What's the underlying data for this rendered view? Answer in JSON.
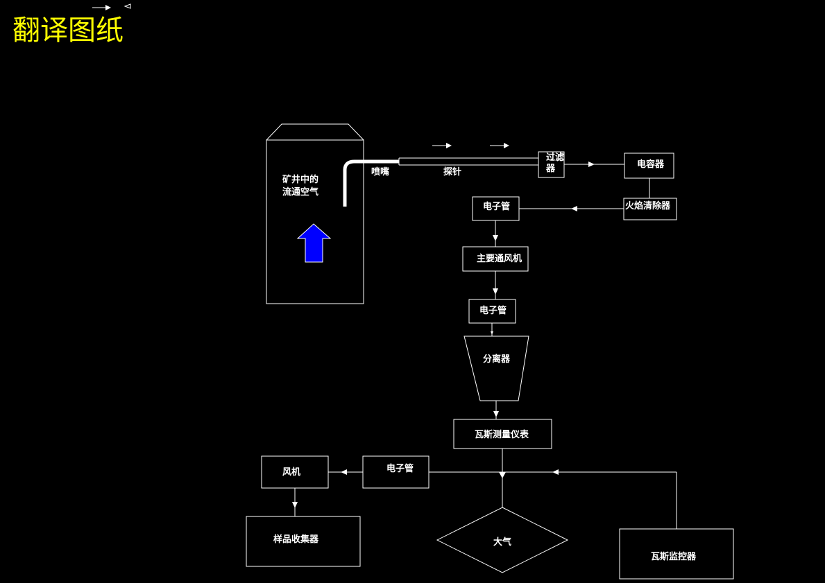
{
  "title": "翻译图纸",
  "labels": {
    "shaft_air_line1": "矿井中的",
    "shaft_air_line2": "流通空气",
    "nozzle": "喷嘴",
    "probe": "探针",
    "filter_line1": "过滤",
    "filter_line2": "器",
    "capacitor": "电容器",
    "flame_arrester": "火焰清除器",
    "electron_tube_1": "电子管",
    "main_fan": "主要通风机",
    "electron_tube_2": "电子管",
    "separator": "分离器",
    "gas_meter": "瓦斯测量仪表",
    "electron_tube_3": "电子管",
    "fan": "风机",
    "sample_collector": "样品收集器",
    "atmosphere": "大气",
    "gas_monitor": "瓦斯监控器"
  },
  "colors": {
    "background": "#000000",
    "line": "#ffffff",
    "title": "#ffff00",
    "airflow_arrow": "#0000ff"
  },
  "icons": {
    "airflow": "up-arrow-icon",
    "flow": "right-arrow-icon"
  }
}
